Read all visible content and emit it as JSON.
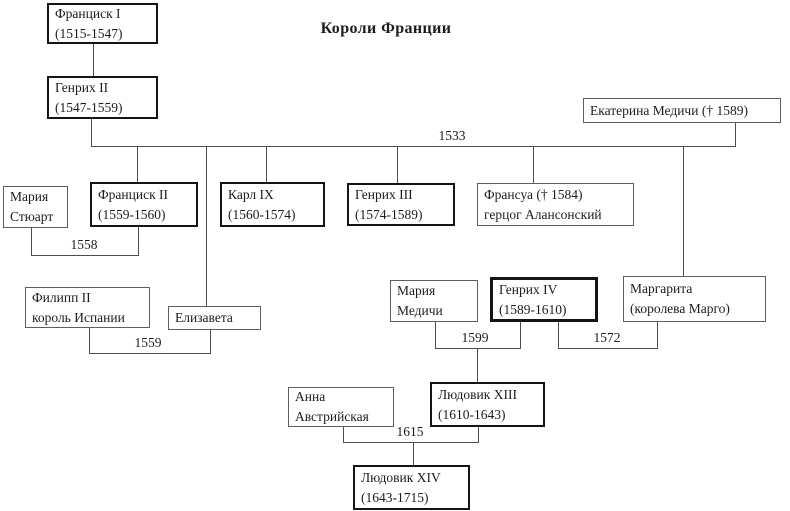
{
  "title": "Короли Франции",
  "people": {
    "francis1": {
      "line1": "Франциск I",
      "line2": "(1515-1547)"
    },
    "henry2": {
      "line1": "Генрих II",
      "line2": "(1547-1559)"
    },
    "catherine": {
      "line1": "Екатерина Медичи († 1589)"
    },
    "mary_stuart": {
      "line1": "Мария",
      "line2": "Стюарт"
    },
    "francis2": {
      "line1": "Франциск II",
      "line2": "(1559-1560)"
    },
    "charles9": {
      "line1": "Карл IX",
      "line2": "(1560-1574)"
    },
    "henry3": {
      "line1": "Генрих III",
      "line2": "(1574-1589)"
    },
    "francois": {
      "line1": "Франсуа († 1584)",
      "line2": "герцог Алансонский"
    },
    "philip2": {
      "line1": "Филипп II",
      "line2": "король Испании"
    },
    "elizabeth": {
      "line1": "Елизавета"
    },
    "maria_medici": {
      "line1": "Мария",
      "line2": "Медичи"
    },
    "henry4": {
      "line1": "Генрих IV",
      "line2": "(1589-1610)"
    },
    "margarita": {
      "line1": "Маргарита",
      "line2": "(королева Марго)"
    },
    "anna": {
      "line1": "Анна",
      "line2": "Австрийская"
    },
    "louis13": {
      "line1": "Людовик XIII",
      "line2": "(1610-1643)"
    },
    "louis14": {
      "line1": "Людовик XIV",
      "line2": "(1643-1715)"
    }
  },
  "marriage_years": {
    "y1533": "1533",
    "y1558": "1558",
    "y1559": "1559",
    "y1599": "1599",
    "y1572": "1572",
    "y1615": "1615"
  },
  "colors": {
    "background": "#ffffff",
    "line": "#4d4d4d",
    "bold_border": "#141414",
    "text": "#1c1c1c"
  }
}
